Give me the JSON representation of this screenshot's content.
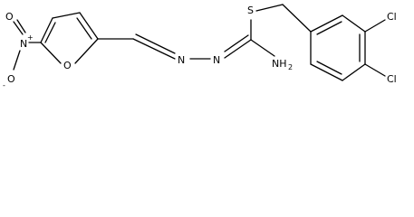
{
  "molecule": {
    "labels": {
      "nitro_n": "N",
      "nitro_plus": "+",
      "nitro_o_minus": "O",
      "minus": "-",
      "nitro_o_top": "O",
      "furan_o": "O",
      "azo_n1": "N",
      "azo_n2": "N",
      "sulfur": "S",
      "amine": "NH",
      "amine_sub": "2",
      "chlorine_top": "Cl",
      "chlorine_bottom": "Cl"
    }
  }
}
